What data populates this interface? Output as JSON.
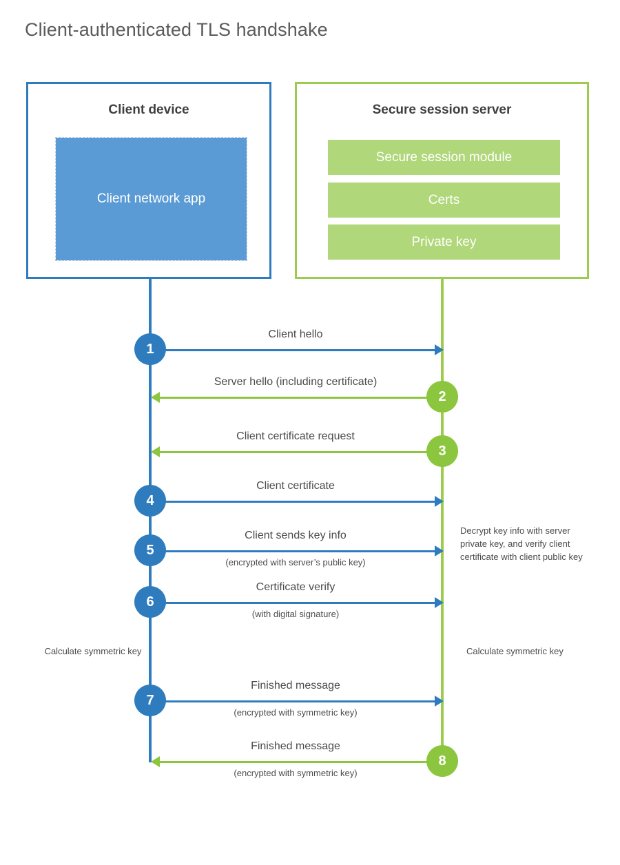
{
  "title": "Client-authenticated TLS handshake",
  "colors": {
    "client_blue": "#2e7cbe",
    "client_app_fill": "#5b9bd5",
    "server_green": "#9ccb4e",
    "server_bar_fill": "#b0d77a",
    "arrow_green": "#8cc63e",
    "text": "#4b4b4b"
  },
  "client": {
    "title": "Client device",
    "app_label": "Client network app"
  },
  "server": {
    "title": "Secure session server",
    "components": [
      "Secure session module",
      "Certs",
      "Private key"
    ]
  },
  "steps": [
    {
      "number": "1",
      "direction": "client-to-server",
      "label": "Client hello",
      "sublabel": ""
    },
    {
      "number": "2",
      "direction": "server-to-client",
      "label": "Server hello (including certificate)",
      "sublabel": ""
    },
    {
      "number": "3",
      "direction": "server-to-client",
      "label": "Client certificate request",
      "sublabel": ""
    },
    {
      "number": "4",
      "direction": "client-to-server",
      "label": "Client certificate",
      "sublabel": ""
    },
    {
      "number": "5",
      "direction": "client-to-server",
      "label": "Client sends key info",
      "sublabel": "(encrypted with server’s public key)"
    },
    {
      "number": "6",
      "direction": "client-to-server",
      "label": "Certificate verify",
      "sublabel": "(with digital signature)"
    },
    {
      "number": "7",
      "direction": "client-to-server",
      "label": "Finished message",
      "sublabel": "(encrypted with symmetric key)"
    },
    {
      "number": "8",
      "direction": "server-to-client",
      "label": "Finished message",
      "sublabel": "(encrypted with symmetric key)"
    }
  ],
  "notes": {
    "decrypt": "Decrypt key info with server private key, and verify client certificate with client public key",
    "calculate_client": "Calculate symmetric key",
    "calculate_server": "Calculate symmetric key"
  }
}
